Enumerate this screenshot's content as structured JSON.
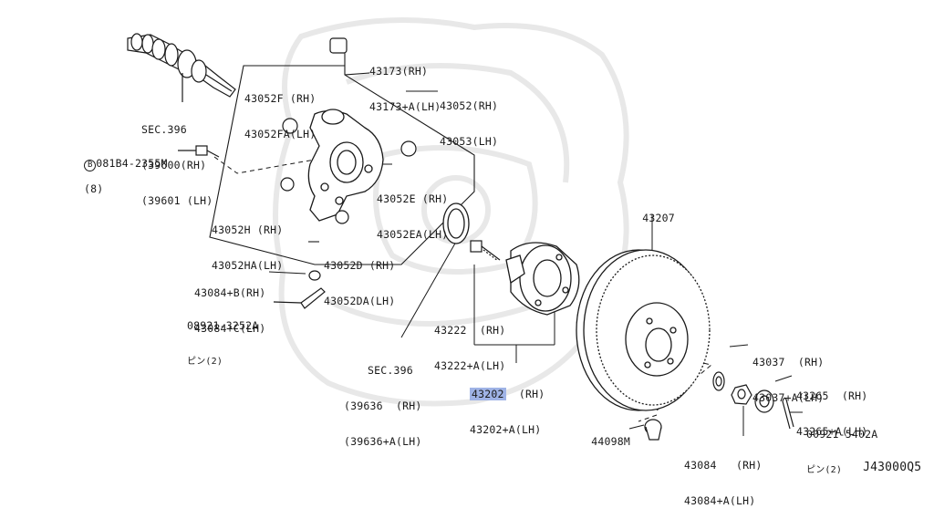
{
  "diagram_id": "J43000Q5",
  "labels": {
    "sec396_top": {
      "l1": "SEC.396",
      "l2": "(39600(RH)",
      "l3": "(39601 (LH)"
    },
    "bolt_081b4": {
      "l1": "081B4-2355M",
      "l2": "(8)",
      "circle": "B"
    },
    "p43173": {
      "l1": "43173(RH)",
      "l2": "43173+A(LH)"
    },
    "p43052f": {
      "l1": "43052F (RH)",
      "l2": "43052FA(LH)"
    },
    "p43052": {
      "l1": "43052(RH)",
      "l2": "43053(LH)"
    },
    "p43052e": {
      "l1": "43052E (RH)",
      "l2": "43052EA(LH)"
    },
    "p43052h": {
      "l1": "43052H (RH)",
      "l2": "43052HA(LH)"
    },
    "p43052d": {
      "l1": "43052D (RH)",
      "l2": "43052DA(LH)"
    },
    "p43084b": {
      "l1": "43084+B(RH)",
      "l2": "43084+C(LH)"
    },
    "pin_08921": {
      "l1": "08921-3252A",
      "l2": "ピン(2)"
    },
    "p43222": {
      "l1": "43222  (RH)",
      "l2": "43222+A(LH)"
    },
    "sec396_bottom": {
      "l1": "SEC.396",
      "l2": "(39636  (RH)",
      "l3": "(39636+A(LH)"
    },
    "p43202": {
      "l1": "43202",
      "l1b": "(RH)",
      "l2": "43202+A(LH)"
    },
    "p43207": {
      "l1": "43207"
    },
    "p43037": {
      "l1": "43037  (RH)",
      "l2": "43037+A(LH)"
    },
    "p43265": {
      "l1": "43265  (RH)",
      "l2": "43265+A(LH)"
    },
    "pin_00921": {
      "l1": "00921-5402A",
      "l2": "ピン(2)"
    },
    "p44098m": {
      "l1": "44098M"
    },
    "p43084": {
      "l1": "43084   (RH)",
      "l2": "43084+A(LH)"
    }
  },
  "colors": {
    "line": "#1a1a1a",
    "highlight": "#9fb3e6",
    "watermark": "#e6e6e6"
  }
}
